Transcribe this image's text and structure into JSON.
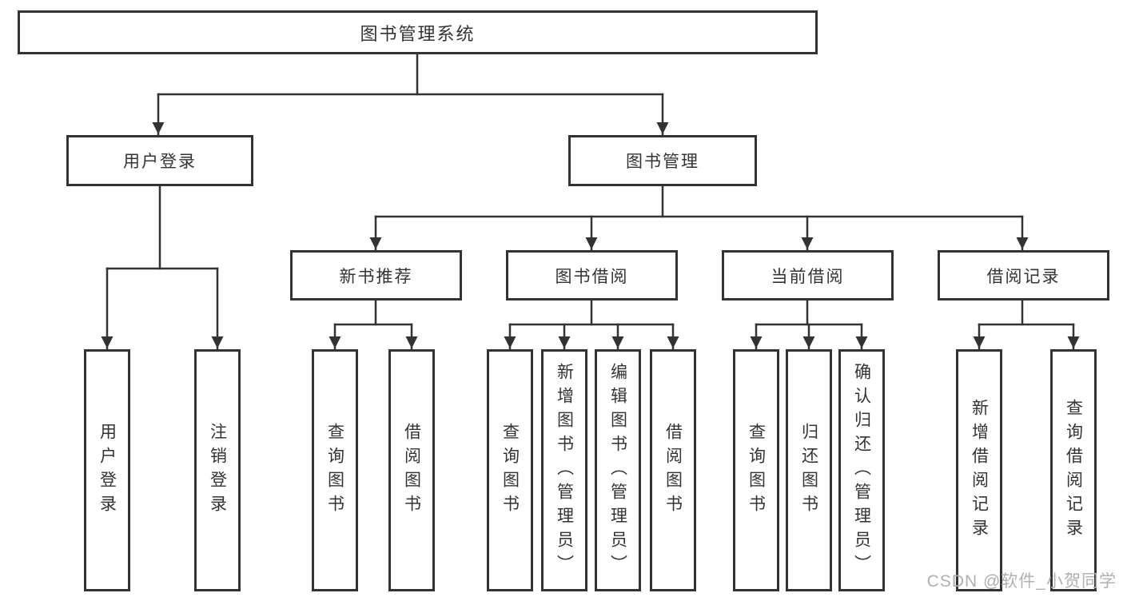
{
  "root": {
    "label": "图书管理系统"
  },
  "level2": {
    "user_login": {
      "label": "用户登录"
    },
    "book_mgmt": {
      "label": "图书管理"
    }
  },
  "level3": {
    "new_book": {
      "label": "新书推荐"
    },
    "borrow": {
      "label": "图书借阅"
    },
    "current": {
      "label": "当前借阅"
    },
    "records": {
      "label": "借阅记录"
    }
  },
  "leaves": {
    "user_login": [
      "用户登录",
      "注销登录"
    ],
    "new_book": [
      "查询图书",
      "借阅图书"
    ],
    "borrow": [
      "查询图书",
      "新增图书（管理员）",
      "编辑图书（管理员）",
      "借阅图书"
    ],
    "current": [
      "查询图书",
      "归还图书",
      "确认归还（管理员）"
    ],
    "records": [
      "新增借阅记录",
      "查询借阅记录"
    ]
  },
  "watermark": {
    "text": "CSDN @软件_小贺同学"
  },
  "colors": {
    "line": "#333333",
    "border": "#333333",
    "fill": "#ffffff",
    "text": "#333333",
    "watermark": "#b0b0b0"
  }
}
